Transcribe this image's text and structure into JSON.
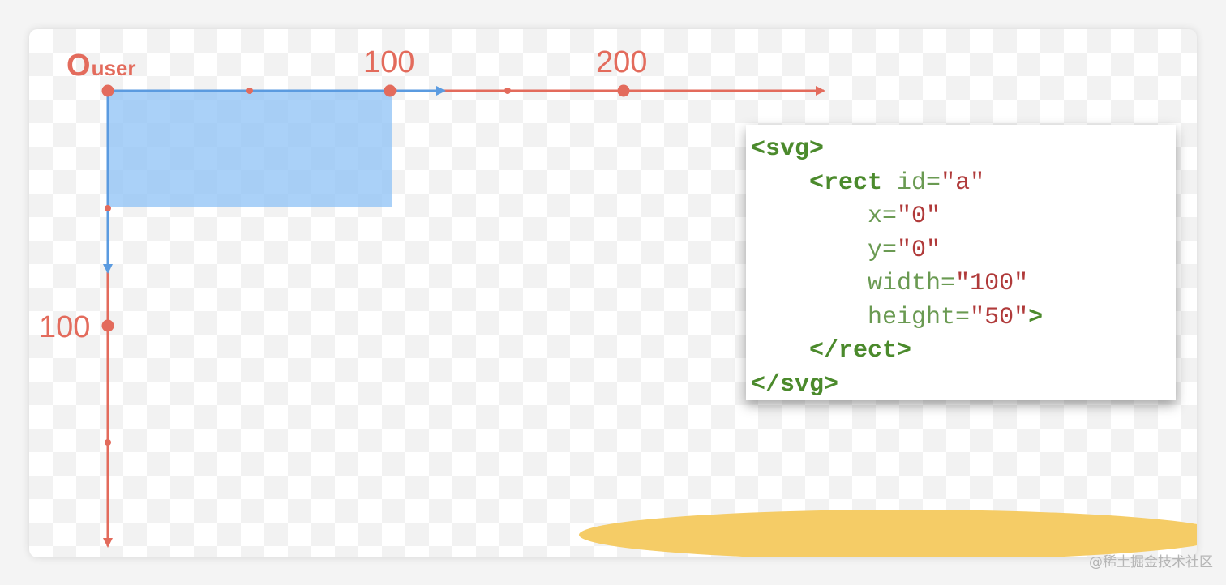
{
  "origin": {
    "main": "O",
    "sub": "user"
  },
  "axis_labels": {
    "x_100": "100",
    "x_200": "200",
    "y_100": "100"
  },
  "code": {
    "l1_tag": "<svg>",
    "l2_tag": "<rect",
    "l2_attr": "id=",
    "l2_val": "\"a\"",
    "l3_attr": "x=",
    "l3_val": "\"0\"",
    "l4_attr": "y=",
    "l4_val": "\"0\"",
    "l5_attr": "width=",
    "l5_val": "\"100\"",
    "l6_attr": "height=",
    "l6_val": "\"50\"",
    "l6_close": ">",
    "l7_tag": "</rect>",
    "l8_tag": "</svg>"
  },
  "watermark": "@稀土掘金技术社区",
  "colors": {
    "axis_red": "#e36b5c",
    "user_blue": "#5b9be0",
    "rect_fill": "#8ec1f5",
    "code_tag_green": "#4b8a2c",
    "code_string_red": "#b03a3a",
    "highlight_yellow": "#f5cc66"
  }
}
